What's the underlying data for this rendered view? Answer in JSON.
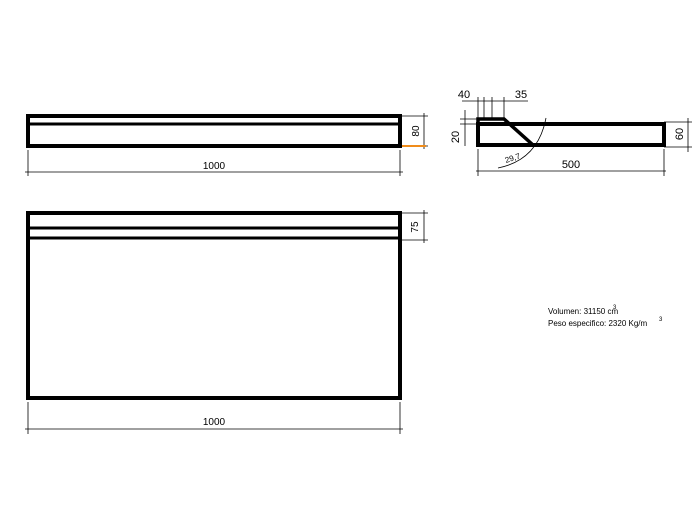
{
  "drawing": {
    "top_view": {
      "length_label": "1000",
      "height_label": "80"
    },
    "section_view": {
      "dim_left": "40",
      "dim_right": "35",
      "dim_height_left": "20",
      "dim_height_right": "60",
      "dim_width": "500",
      "angle_label": "29,7"
    },
    "front_view": {
      "length_label": "1000",
      "height_label": "75"
    },
    "notes": {
      "volume_label": "Volumen: 31150 cm",
      "volume_sup": "3",
      "weight_label": "Peso especifico: 2320 Kg/m",
      "weight_sup": "3"
    },
    "colors": {
      "line": "#000000",
      "accent": "#f08c1a"
    }
  }
}
